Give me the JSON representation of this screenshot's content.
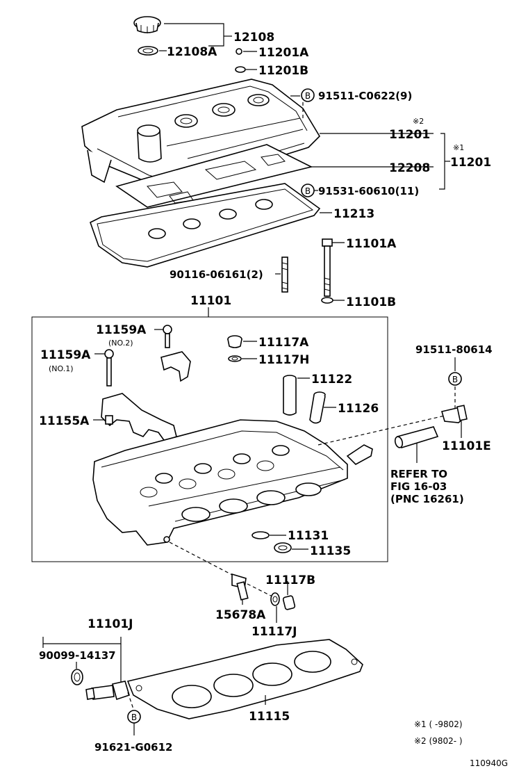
{
  "labels": {
    "p12108": "12108",
    "p12108A": "12108A",
    "p11201A": "11201A",
    "p11201B": "11201B",
    "boltB1": "91511-C0622(9)",
    "p11201_cover": "11201",
    "p12208": "12208",
    "p11201_assy": "11201",
    "boltB2": "91531-60610(11)",
    "p11213": "11213",
    "p11101A": "11101A",
    "stud": "90116-06161(2)",
    "p11101B": "11101B",
    "p11101": "11101",
    "p11159A_no2": "11159A",
    "no2": "(NO.2)",
    "p11159A_no1": "11159A",
    "no1": "(NO.1)",
    "p11117A": "11117A",
    "p11117H": "11117H",
    "p11122": "11122",
    "p11126": "11126",
    "p11155A": "11155A",
    "boltB3": "91511-80614",
    "p11101E": "11101E",
    "refer1": "REFER TO",
    "refer2": "FIG 16-03",
    "refer3": "(PNC 16261)",
    "p11131": "11131",
    "p11135": "11135",
    "p11117B": "11117B",
    "p15678A": "15678A",
    "p11117J": "11117J",
    "p11101J": "11101J",
    "oring": "90099-14137",
    "p11115": "11115",
    "boltB4": "91621-G0612",
    "circleB": "B",
    "mark1": "※1",
    "mark2": "※2",
    "note1": "※1 (    -9802)",
    "note2": "※2 (9802-    )",
    "figid": "110940G"
  }
}
